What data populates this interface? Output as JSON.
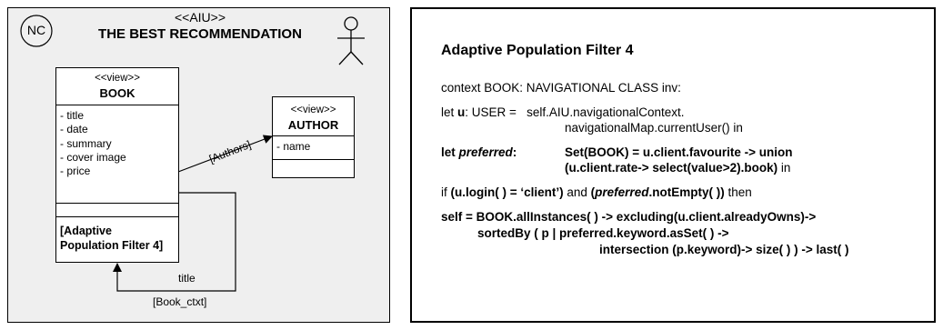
{
  "left": {
    "nc_label": "NC",
    "aiu_stereotype": "<<AIU>>",
    "aiu_title": "THE BEST RECOMMENDATION",
    "book": {
      "stereotype": "<<view>>",
      "name": "BOOK",
      "attributes": [
        "- title",
        "- date",
        "- summary",
        "- cover image",
        "- price"
      ],
      "filter_line1": "[Adaptive",
      "filter_line2": "Population Filter 4]"
    },
    "author": {
      "stereotype": "<<view>>",
      "name": "AUTHOR",
      "attributes": [
        "- name"
      ]
    },
    "association_label": "[Authors]",
    "self_link_title": "title",
    "self_link_context": "[Book_ctxt]"
  },
  "right": {
    "heading": "Adaptive Population Filter 4",
    "line1": "context BOOK: NAVIGATIONAL CLASS inv:",
    "line2_pre": "let ",
    "line2_var": "u",
    "line2_post": ": USER =   self.AIU.navigationalContext.",
    "line3": "navigationalMap.currentUser() in",
    "line4_let": "let ",
    "line4_var": "preferred",
    "line4_colon": ":",
    "line4_rest": "Set(BOOK) = u.client.favourite -> union",
    "line5_bold": "(u.client.rate-> select(value>2).book)",
    "line5_tail": " in",
    "line6_if": "if ",
    "line6_cond1": "(u.login( ) = ‘client’)",
    "line6_and": " and ",
    "line6_open": "(",
    "line6_var": "preferred",
    "line6_cond2": ".notEmpty( ))",
    "line6_then": " then",
    "line7": "self = BOOK.allInstances( ) -> excluding(u.client.alreadyOwns)->",
    "line8": "sortedBy ( p | preferred.keyword.asSet( ) ->",
    "line9": "intersection (p.keyword)-> size( ) ) -> last( )"
  }
}
